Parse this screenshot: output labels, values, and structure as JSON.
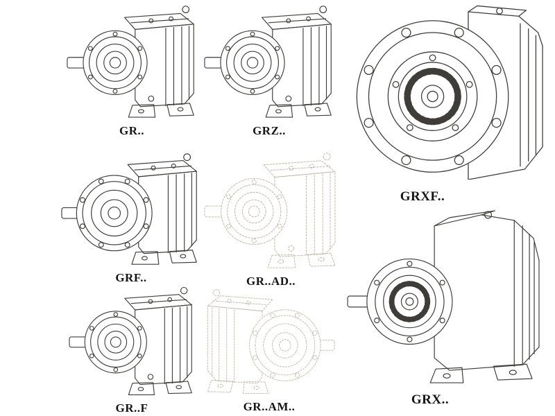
{
  "colors": {
    "background": "#ffffff",
    "line": "#3f3d39",
    "line_faded": "#c0b7a8",
    "label": "#151515"
  },
  "drawings": [
    {
      "id": "gr",
      "label": "GR..",
      "style": "solid"
    },
    {
      "id": "grz",
      "label": "GRZ..",
      "style": "solid"
    },
    {
      "id": "grxf",
      "label": "GRXF..",
      "style": "solid"
    },
    {
      "id": "grf",
      "label": "GRF..",
      "style": "solid"
    },
    {
      "id": "gr_ad",
      "label": "GR..AD..",
      "style": "faded"
    },
    {
      "id": "gr_f",
      "label": "GR..F",
      "style": "solid"
    },
    {
      "id": "gr_am",
      "label": "GR..AM..",
      "style": "faded"
    },
    {
      "id": "grx",
      "label": "GRX..",
      "style": "solid"
    }
  ]
}
